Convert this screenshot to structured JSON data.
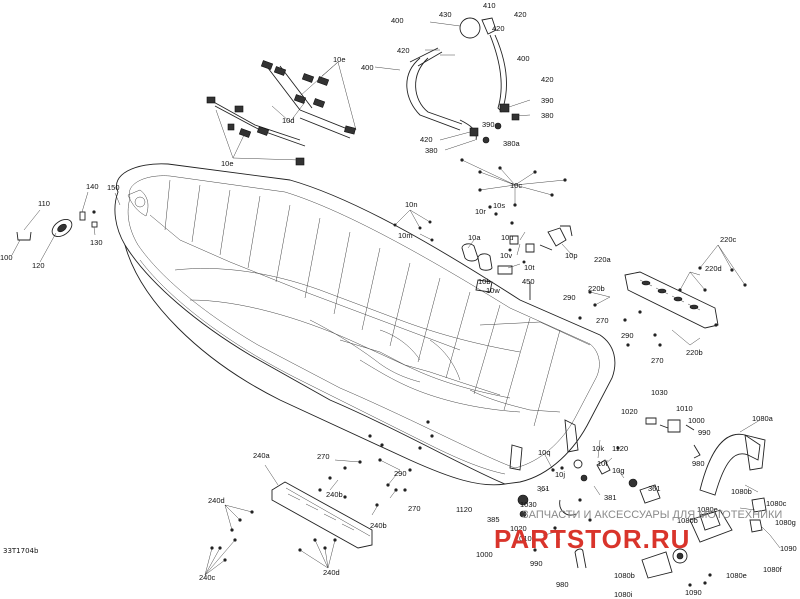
{
  "diagram": {
    "reference_code": "33T1704b",
    "watermark": {
      "line1": "ЗАПЧАСТИ И АКСЕССУАРЫ ДЛЯ МОТОТЕХНИКИ",
      "line2": "PARTSTOR.RU"
    }
  },
  "callouts": [
    {
      "text": "400"
    },
    {
      "text": "430"
    },
    {
      "text": "410"
    },
    {
      "text": "420"
    },
    {
      "text": "420"
    },
    {
      "text": "420"
    },
    {
      "text": "400"
    },
    {
      "text": "400"
    },
    {
      "text": "420"
    },
    {
      "text": "390"
    },
    {
      "text": "380"
    },
    {
      "text": "390"
    },
    {
      "text": "420"
    },
    {
      "text": "380"
    },
    {
      "text": "380a"
    },
    {
      "text": "10e"
    },
    {
      "text": "10d"
    },
    {
      "text": "10e"
    },
    {
      "text": "10c"
    },
    {
      "text": "10s"
    },
    {
      "text": "10r"
    },
    {
      "text": "10n"
    },
    {
      "text": "10m"
    },
    {
      "text": "10a"
    },
    {
      "text": "10u"
    },
    {
      "text": "10t"
    },
    {
      "text": "10p"
    },
    {
      "text": "10v"
    },
    {
      "text": "10b"
    },
    {
      "text": "10w"
    },
    {
      "text": "450"
    },
    {
      "text": "140"
    },
    {
      "text": "150"
    },
    {
      "text": "110"
    },
    {
      "text": "130"
    },
    {
      "text": "100"
    },
    {
      "text": "120"
    },
    {
      "text": "220c"
    },
    {
      "text": "220a"
    },
    {
      "text": "220d"
    },
    {
      "text": "220b"
    },
    {
      "text": "220b"
    },
    {
      "text": "290"
    },
    {
      "text": "270"
    },
    {
      "text": "290"
    },
    {
      "text": "270"
    },
    {
      "text": "1030"
    },
    {
      "text": "1020"
    },
    {
      "text": "1010"
    },
    {
      "text": "1000"
    },
    {
      "text": "990"
    },
    {
      "text": "980"
    },
    {
      "text": "1080a"
    },
    {
      "text": "1120"
    },
    {
      "text": "10k"
    },
    {
      "text": "10q"
    },
    {
      "text": "10j"
    },
    {
      "text": "10f"
    },
    {
      "text": "10g"
    },
    {
      "text": "361"
    },
    {
      "text": "381"
    },
    {
      "text": "361"
    },
    {
      "text": "1080b"
    },
    {
      "text": "1080c"
    },
    {
      "text": "1080g"
    },
    {
      "text": "1080e"
    },
    {
      "text": "1090"
    },
    {
      "text": "1080f"
    },
    {
      "text": "1080e"
    },
    {
      "text": "1080i"
    },
    {
      "text": "1090"
    },
    {
      "text": "1080b"
    },
    {
      "text": "240a"
    },
    {
      "text": "270"
    },
    {
      "text": "240b"
    },
    {
      "text": "290"
    },
    {
      "text": "240d"
    },
    {
      "text": "240c"
    },
    {
      "text": "240d"
    },
    {
      "text": "240b"
    },
    {
      "text": "270"
    },
    {
      "text": "1120"
    },
    {
      "text": "385"
    },
    {
      "text": "1030"
    },
    {
      "text": "1020"
    },
    {
      "text": "1010"
    },
    {
      "text": "1000"
    },
    {
      "text": "990"
    },
    {
      "text": "980"
    },
    {
      "text": "1080b"
    }
  ]
}
